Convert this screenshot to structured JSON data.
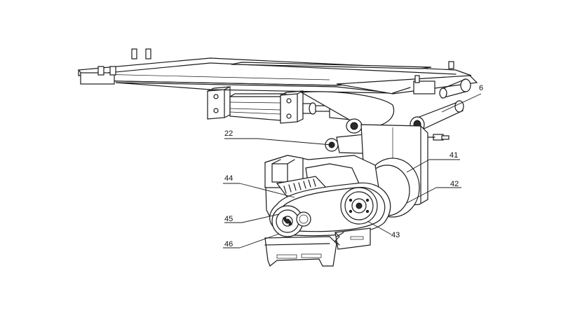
{
  "labels": {
    "l6": "6",
    "l22": "22",
    "l41": "41",
    "l42": "42",
    "l43": "43",
    "l44": "44",
    "l45": "45",
    "l46": "46"
  }
}
